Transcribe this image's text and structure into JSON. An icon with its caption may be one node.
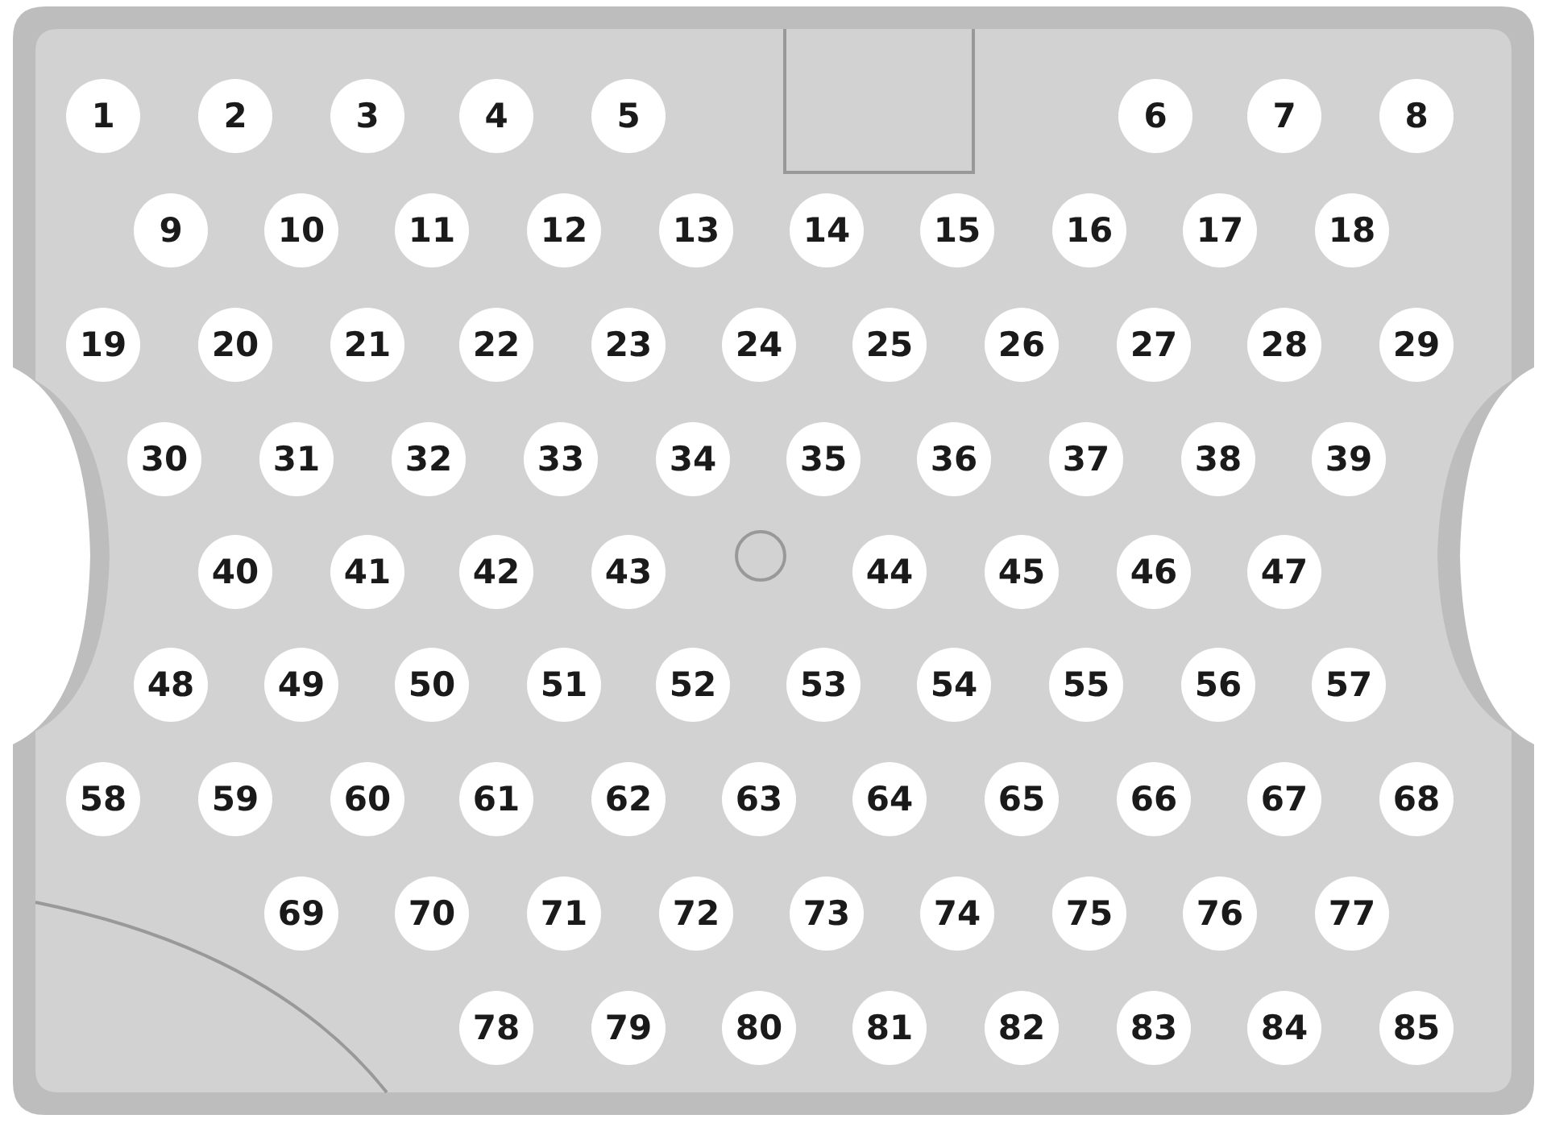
{
  "diagram": {
    "nodes": [
      {
        "text": [
          "1"
        ]
      },
      {
        "text": [
          "2"
        ]
      },
      {
        "text": [
          "3"
        ]
      },
      {
        "text": [
          "4"
        ]
      },
      {
        "text": [
          "5"
        ]
      },
      {
        "text": [
          "6"
        ]
      },
      {
        "text": [
          "7"
        ]
      },
      {
        "text": [
          "8"
        ]
      },
      {
        "text": [
          "9"
        ]
      },
      {
        "text": [
          "10"
        ]
      },
      {
        "text": [
          "11"
        ]
      },
      {
        "text": [
          "12"
        ]
      },
      {
        "text": [
          "13"
        ]
      },
      {
        "text": [
          "14"
        ]
      },
      {
        "text": [
          "15"
        ]
      },
      {
        "text": [
          "16"
        ]
      },
      {
        "text": [
          "17"
        ]
      },
      {
        "text": [
          "18"
        ]
      },
      {
        "text": [
          "19"
        ]
      },
      {
        "text": [
          "20"
        ]
      },
      {
        "text": [
          "21"
        ]
      },
      {
        "text": [
          "22"
        ]
      },
      {
        "text": [
          "23"
        ]
      },
      {
        "text": [
          "24"
        ]
      },
      {
        "text": [
          "25"
        ]
      },
      {
        "text": [
          "26"
        ]
      },
      {
        "text": [
          "27"
        ]
      },
      {
        "text": [
          "28"
        ]
      },
      {
        "text": [
          "29"
        ]
      },
      {
        "text": [
          "30"
        ]
      },
      {
        "text": [
          "31"
        ]
      },
      {
        "text": [
          "32"
        ]
      },
      {
        "text": [
          "33"
        ]
      },
      {
        "text": [
          "34"
        ]
      },
      {
        "text": [
          "35"
        ]
      },
      {
        "text": [
          "36"
        ]
      },
      {
        "text": [
          "37"
        ]
      },
      {
        "text": [
          "38"
        ]
      },
      {
        "text": [
          "39"
        ]
      },
      {
        "text": [
          "40"
        ]
      },
      {
        "text": [
          "41"
        ]
      },
      {
        "text": [
          "42"
        ]
      },
      {
        "text": [
          "43"
        ]
      },
      {
        "text": [
          "44"
        ]
      },
      {
        "text": [
          "45"
        ]
      },
      {
        "text": [
          "46"
        ]
      },
      {
        "text": [
          "47"
        ]
      },
      {
        "text": [
          "48"
        ]
      },
      {
        "text": [
          "49"
        ]
      },
      {
        "text": [
          "50"
        ]
      },
      {
        "text": [
          "51"
        ]
      },
      {
        "text": [
          "52"
        ]
      },
      {
        "text": [
          "53"
        ]
      },
      {
        "text": [
          "54"
        ]
      },
      {
        "text": [
          "55"
        ]
      },
      {
        "text": [
          "56"
        ]
      },
      {
        "text": [
          "57"
        ]
      },
      {
        "text": [
          "58"
        ]
      },
      {
        "text": [
          "59"
        ]
      },
      {
        "text": [
          "60"
        ]
      },
      {
        "text": [
          "61"
        ]
      },
      {
        "text": [
          "62"
        ]
      },
      {
        "text": [
          "63"
        ]
      },
      {
        "text": [
          "64"
        ]
      },
      {
        "text": [
          "65"
        ]
      },
      {
        "text": [
          "66"
        ]
      },
      {
        "text": [
          "67"
        ]
      },
      {
        "text": [
          "68"
        ]
      },
      {
        "text": [
          "69"
        ]
      },
      {
        "text": [
          "70"
        ]
      },
      {
        "text": [
          "71"
        ]
      },
      {
        "text": [
          "72"
        ]
      },
      {
        "text": [
          "73"
        ]
      },
      {
        "text": [
          "74"
        ]
      },
      {
        "text": [
          "75"
        ]
      },
      {
        "text": [
          "76"
        ]
      },
      {
        "text": [
          "77"
        ]
      },
      {
        "text": [
          "78"
        ]
      },
      {
        "text": [
          "79"
        ]
      },
      {
        "text": [
          "80"
        ]
      },
      {
        "text": [
          "81"
        ]
      },
      {
        "text": [
          "82"
        ]
      },
      {
        "text": [
          "83"
        ]
      },
      {
        "text": [
          "84"
        ]
      },
      {
        "text": [
          "85"
        ]
      }
    ]
  }
}
